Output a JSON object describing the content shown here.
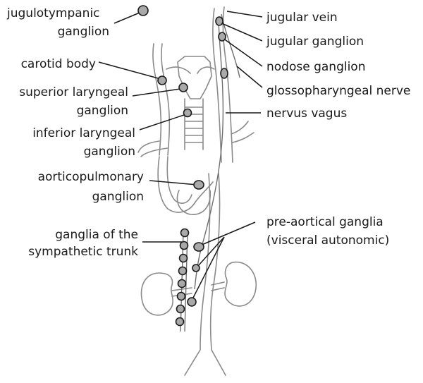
{
  "labels": {
    "jugulotympanic_1": "jugulotympanic",
    "jugulotympanic_2": "ganglion",
    "carotid_body": "carotid body",
    "sup_laryngeal_1": "superior laryngeal",
    "sup_laryngeal_2": "ganglion",
    "inf_laryngeal_1": "inferior laryngeal",
    "inf_laryngeal_2": "ganglion",
    "aorticopulmonary_1": "aorticopulmonary",
    "aorticopulmonary_2": "ganglion",
    "sympathetic_1": "ganglia of the",
    "sympathetic_2": "sympathetic trunk",
    "jugular_vein": "jugular vein",
    "jugular_ganglion": "jugular ganglion",
    "nodose_ganglion": "nodose ganglion",
    "glossopharyngeal": "glossopharyngeal nerve",
    "nervus_vagus": "nervus vagus",
    "preaortic_1": "pre-aortical ganglia",
    "preaortic_2": "(visceral autonomic)"
  },
  "colors": {
    "ganglion_fill": "#a9a9a9",
    "outline": "#8a8a8a",
    "text": "#1a1a1a"
  }
}
